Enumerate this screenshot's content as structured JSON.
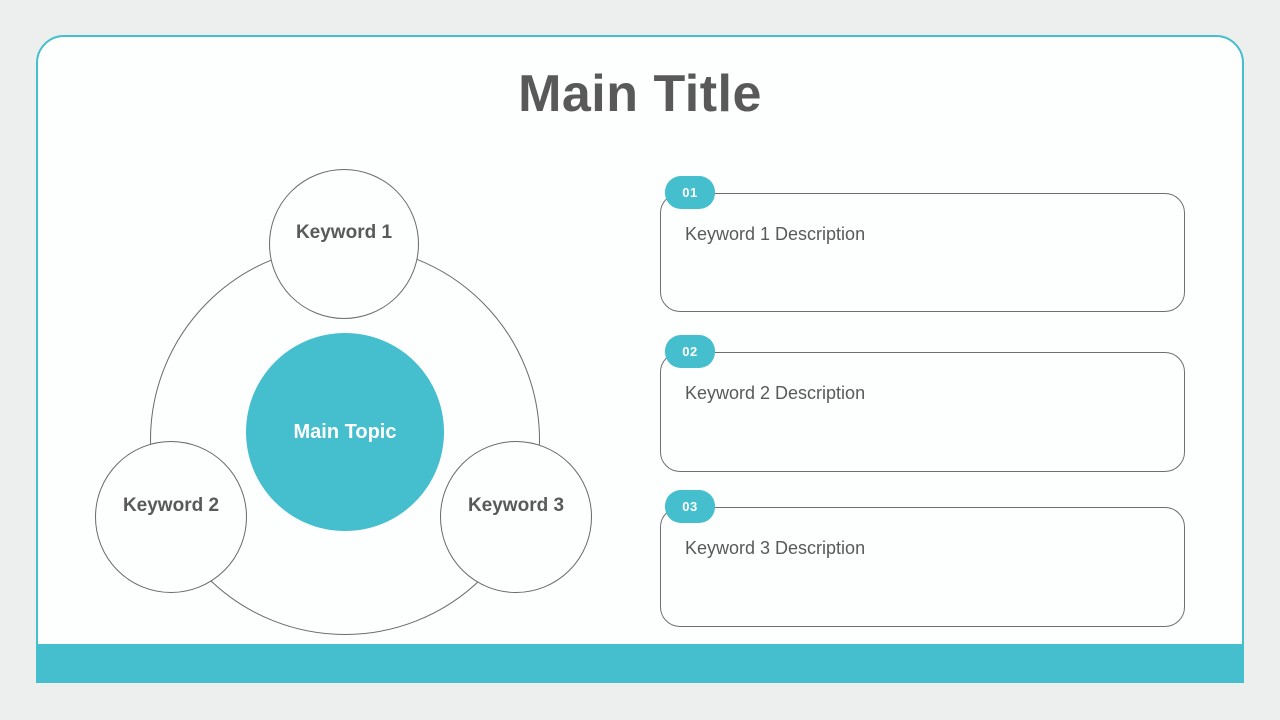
{
  "slide": {
    "title": "Main Title",
    "colors": {
      "accent_teal": "#45BECD",
      "page_background": "#EDEEEE",
      "card_background": "#FDFEFE",
      "outline_gray": "#6A6A6A",
      "text_gray": "#595959"
    },
    "diagram": {
      "center": {
        "label": "Main Topic"
      },
      "satellites": [
        {
          "label": "Keyword 1"
        },
        {
          "label": "Keyword 2"
        },
        {
          "label": "Keyword 3"
        }
      ]
    },
    "descriptions": [
      {
        "number": "01",
        "text": "Keyword 1 Description"
      },
      {
        "number": "02",
        "text": "Keyword 2 Description"
      },
      {
        "number": "03",
        "text": "Keyword 3 Description"
      }
    ]
  }
}
